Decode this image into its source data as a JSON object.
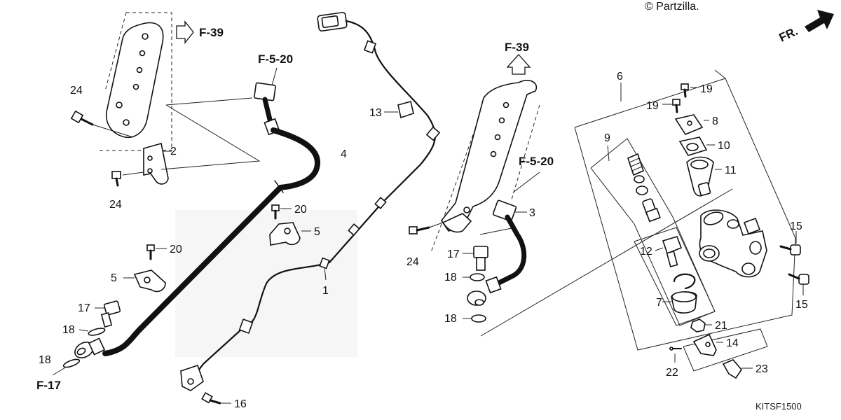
{
  "copyright": "© Partzilla.",
  "front_indicator": "FR.",
  "diagram_code": "KITSF1500",
  "references": {
    "f39_top_left": "F-39",
    "f39_top_right": "F-39",
    "f520_left": "F-5-20",
    "f520_right": "F-5-20",
    "f17": "F-17"
  },
  "callouts": {
    "p1": "1",
    "p2": "2",
    "p3": "3",
    "p4": "4",
    "p5a": "5",
    "p5b": "5",
    "p6": "6",
    "p7": "7",
    "p8": "8",
    "p9": "9",
    "p10": "10",
    "p11": "11",
    "p12": "12",
    "p13": "13",
    "p14": "14",
    "p15a": "15",
    "p15b": "15",
    "p16": "16",
    "p17a": "17",
    "p17b": "17",
    "p18a": "18",
    "p18b": "18",
    "p18c": "18",
    "p18d": "18",
    "p19a": "19",
    "p19b": "19",
    "p20a": "20",
    "p20b": "20",
    "p21": "21",
    "p22": "22",
    "p23": "23",
    "p24a": "24",
    "p24b": "24",
    "p24c": "24"
  },
  "icons": [
    "outline-arrow-right-icon",
    "outline-arrow-up-icon",
    "front-arrow-icon"
  ]
}
